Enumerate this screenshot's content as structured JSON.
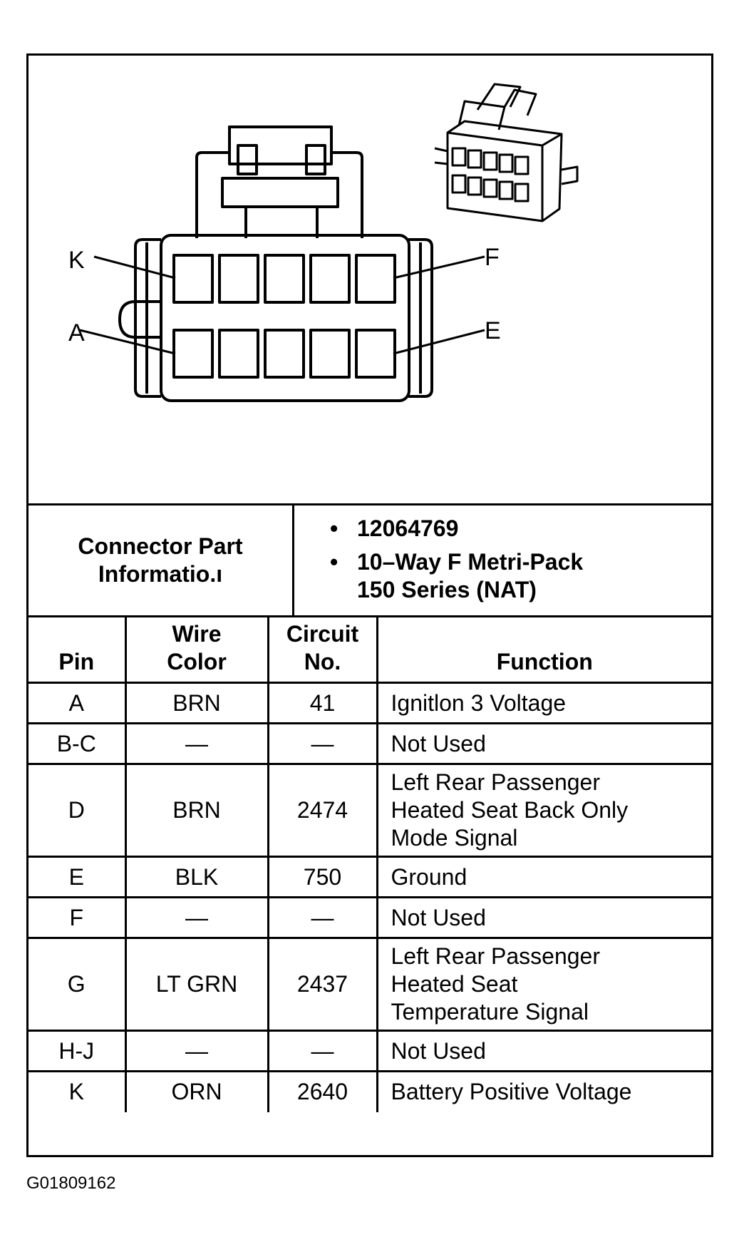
{
  "pin_labels": {
    "k": "K",
    "f": "F",
    "a": "A",
    "e": "E"
  },
  "connector_info": {
    "label_line1": "Connector Part",
    "label_line2": "Informatio.ı",
    "part_number": "12064769",
    "description_line1": "10–Way F Metri-Pack",
    "description_line2": "150 Series (NAT)"
  },
  "table": {
    "headers": {
      "pin": "Pin",
      "wire_color_line1": "Wire",
      "wire_color_line2": "Color",
      "circuit_line1": "Circuit",
      "circuit_line2": "No.",
      "function": "Function"
    },
    "rows": [
      {
        "pin": "A",
        "wire": "BRN",
        "circuit": "41",
        "function": [
          "Ignitlon 3 Voltage"
        ]
      },
      {
        "pin": "B-C",
        "wire": "—",
        "circuit": "—",
        "function": [
          "Not Used"
        ]
      },
      {
        "pin": "D",
        "wire": "BRN",
        "circuit": "2474",
        "function": [
          "Left Rear Passenger",
          "Heated Seat Back Only",
          "Mode Signal"
        ]
      },
      {
        "pin": "E",
        "wire": "BLK",
        "circuit": "750",
        "function": [
          "Ground"
        ]
      },
      {
        "pin": "F",
        "wire": "—",
        "circuit": "—",
        "function": [
          "Not Used"
        ]
      },
      {
        "pin": "G",
        "wire": "LT GRN",
        "circuit": "2437",
        "function": [
          "Left Rear Passenger",
          "Heated Seat",
          "Temperature Signal"
        ]
      },
      {
        "pin": "H-J",
        "wire": "—",
        "circuit": "—",
        "function": [
          "Not Used"
        ]
      },
      {
        "pin": "K",
        "wire": "ORN",
        "circuit": "2640",
        "function": [
          "Battery Positive Voltage"
        ]
      }
    ]
  },
  "figure_id": "G01809162"
}
